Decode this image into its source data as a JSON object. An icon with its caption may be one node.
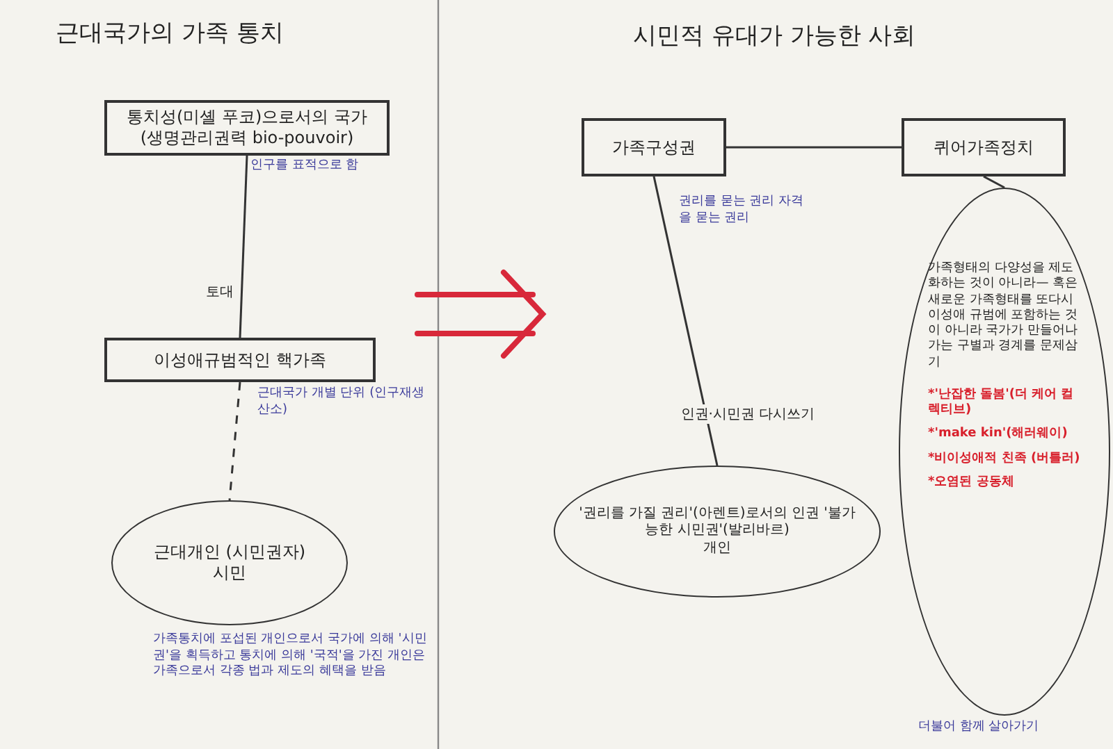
{
  "diagram": {
    "nodes": [
      {
        "text": [
          "통치성(미셸 푸코)으로서의 국가",
          "(생명관리권력 bio-pouvoir)"
        ],
        "beside": [
          "인구를 표적으로 함"
        ]
      },
      {
        "text": [
          "이성애규범적인 핵가족"
        ],
        "beside": [
          "근대국가 개별 단위 (인구재생산소)"
        ]
      },
      {
        "text": [
          "근대개인 (시민권자)",
          "시민"
        ],
        "beside": [
          "가족통치에 포섭된 개인으로서 국가에 의해 '시민권'을 획득하고 통치에 의해 '국적'을 가진 개인은 가족으로서 각종 법과 제도의 혜택을 받음"
        ]
      },
      {
        "text": [
          "가족구성권"
        ],
        "beside": [
          "권리를 묻는 권리 자격을 묻는 권리"
        ]
      },
      {
        "text": [
          "퀴어가족정치"
        ]
      },
      {
        "text": [
          "'권리를 가질 권리'(아렌트)로서의 인권 '불가능한 시민권'(발리바르)",
          "개인"
        ]
      },
      {
        "text": [
          "가족형태의 다양성을 제도화하는 것이 아니라— 혹은 새로운 가족형태를 또다시 이성애 규범에 포함하는 것이 아니라 국가가 만들어나가는 구별과 경계를 문제삼기",
          "*'난잡한 돌봄'(더 케어 컬렉티브)",
          "*'make kin'(해러웨이)",
          "*비이성애적 친족 (버틀러)",
          "*오염된 공동체"
        ],
        "beside": [
          "더불어 함께 살아가기"
        ]
      }
    ],
    "edges": [
      {
        "from": 0,
        "to": 1,
        "arrow": "none",
        "label": "토대"
      },
      {
        "from": 1,
        "to": 2,
        "arrow": "none",
        "style": "dashed"
      },
      {
        "from": 3,
        "to": 4,
        "arrow": "none"
      },
      {
        "from": 3,
        "to": 5,
        "arrow": "none",
        "label": "인권·시민권 다시쓰기"
      },
      {
        "from": 4,
        "to": 6,
        "arrow": "none"
      }
    ],
    "labels": [
      "근대국가의 가족 통치",
      "시민적 유대가 가능한 사회"
    ]
  }
}
